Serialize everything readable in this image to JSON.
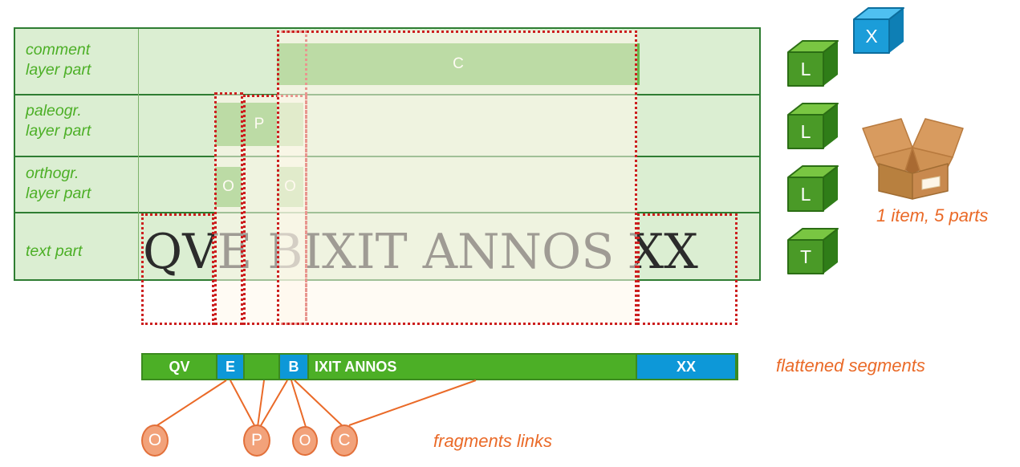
{
  "diagram": {
    "title": "Layered text annotation segmentation diagram",
    "colors": {
      "layer_fill": "#dbeed2",
      "layer_border": "#2e7d32",
      "label_text": "#4caf26",
      "block_green": "#6cb850",
      "dotted_red": "#cc1f1f",
      "segment_green": "#4caf26",
      "segment_blue": "#0d98d8",
      "orange": "#ea6a28",
      "fragment_fill": "#f2a27a",
      "cube_green": "#4a9a27",
      "cube_blue": "#1b9dd9",
      "box_brown": "#c8894e"
    }
  },
  "layer_table": {
    "rows": [
      {
        "label": "comment\nlayer part",
        "blocks": [
          {
            "label": "C"
          }
        ]
      },
      {
        "label": "paleogr.\nlayer part",
        "blocks": [
          {
            "label": "P"
          }
        ]
      },
      {
        "label": "orthogr.\nlayer part",
        "blocks": [
          {
            "label": "O"
          },
          {
            "label": "O"
          }
        ]
      },
      {
        "label": "text part",
        "text": "QVE BIXIT ANNOS XX"
      }
    ]
  },
  "text_row": {
    "full_text": "QVE BIXIT ANNOS XX",
    "part_a": "QVE",
    "part_b": "BIXIT ANNOS",
    "part_c": "XX"
  },
  "flattened_segments": {
    "caption": "flattened segments",
    "segments": [
      {
        "label": "QV",
        "color": "green"
      },
      {
        "label": "E",
        "color": "blue"
      },
      {
        "label": "",
        "color": "green"
      },
      {
        "label": "B",
        "color": "blue"
      },
      {
        "label": "IXIT ANNOS",
        "color": "green"
      },
      {
        "label": "XX",
        "color": "blue"
      }
    ]
  },
  "fragments": {
    "caption": "fragments links",
    "nodes": [
      {
        "label": "O"
      },
      {
        "label": "P"
      },
      {
        "label": "O"
      },
      {
        "label": "C"
      }
    ]
  },
  "parts_panel": {
    "caption": "1 item, 5 parts",
    "cubes": [
      {
        "label": "X",
        "color": "blue"
      },
      {
        "label": "L",
        "color": "green"
      },
      {
        "label": "L",
        "color": "green"
      },
      {
        "label": "L",
        "color": "green"
      },
      {
        "label": "T",
        "color": "green"
      }
    ],
    "box_icon": "open-cardboard-box-icon"
  }
}
